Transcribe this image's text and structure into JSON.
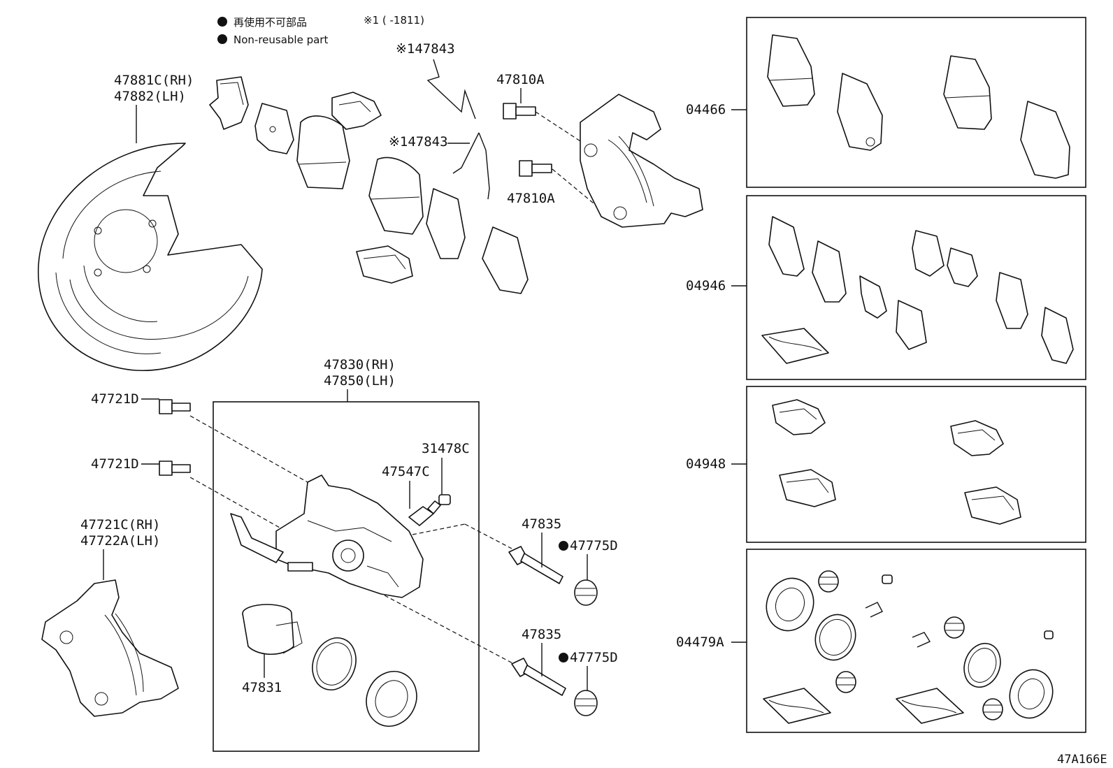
{
  "legend": {
    "jp_label": "再使用不可部品",
    "en_label": "Non-reusable part",
    "note": "※1 (      -1811)"
  },
  "labels": {
    "shield": [
      "47881C(RH)",
      "47882(LH)"
    ],
    "clip_top": "※147843",
    "clip_mid": "※147843",
    "bolt_top": "47810A",
    "bolt_mid": "47810A",
    "caliper": [
      "47830(RH)",
      "47850(LH)"
    ],
    "bolt_a": "47721D",
    "bolt_b": "47721D",
    "mount": [
      "47721C(RH)",
      "47722A(LH)"
    ],
    "cap": "31478C",
    "bleeder": "47547C",
    "pin_top": "47835",
    "boot_top": "47775D",
    "pin_bot": "47835",
    "boot_bot": "47775D",
    "piston": "47831",
    "kit1": "04466",
    "kit2": "04946",
    "kit3": "04948",
    "kit4": "04479A",
    "figure_id": "47A166E"
  }
}
